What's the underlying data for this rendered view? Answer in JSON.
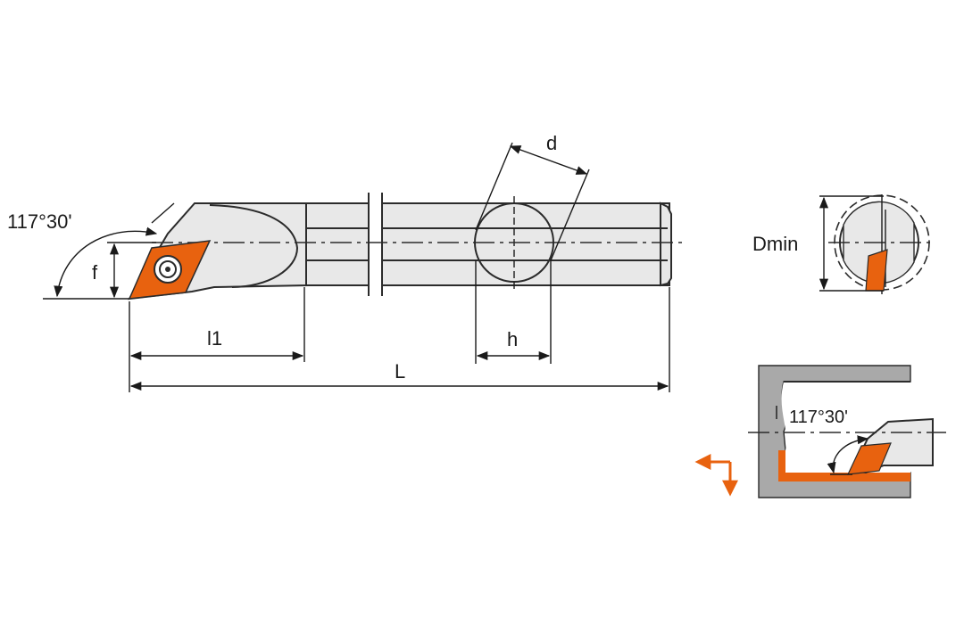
{
  "labels": {
    "angle_main": "117°30'",
    "f": "f",
    "l1": "l1",
    "L": "L",
    "h": "h",
    "d": "d",
    "dmin": "Dmin",
    "angle_detail": "117°30'"
  },
  "colors": {
    "insert": "#e8620f",
    "body": "#e8e8e8",
    "section": "#a9a9a9",
    "line": "#2b2b2b"
  }
}
